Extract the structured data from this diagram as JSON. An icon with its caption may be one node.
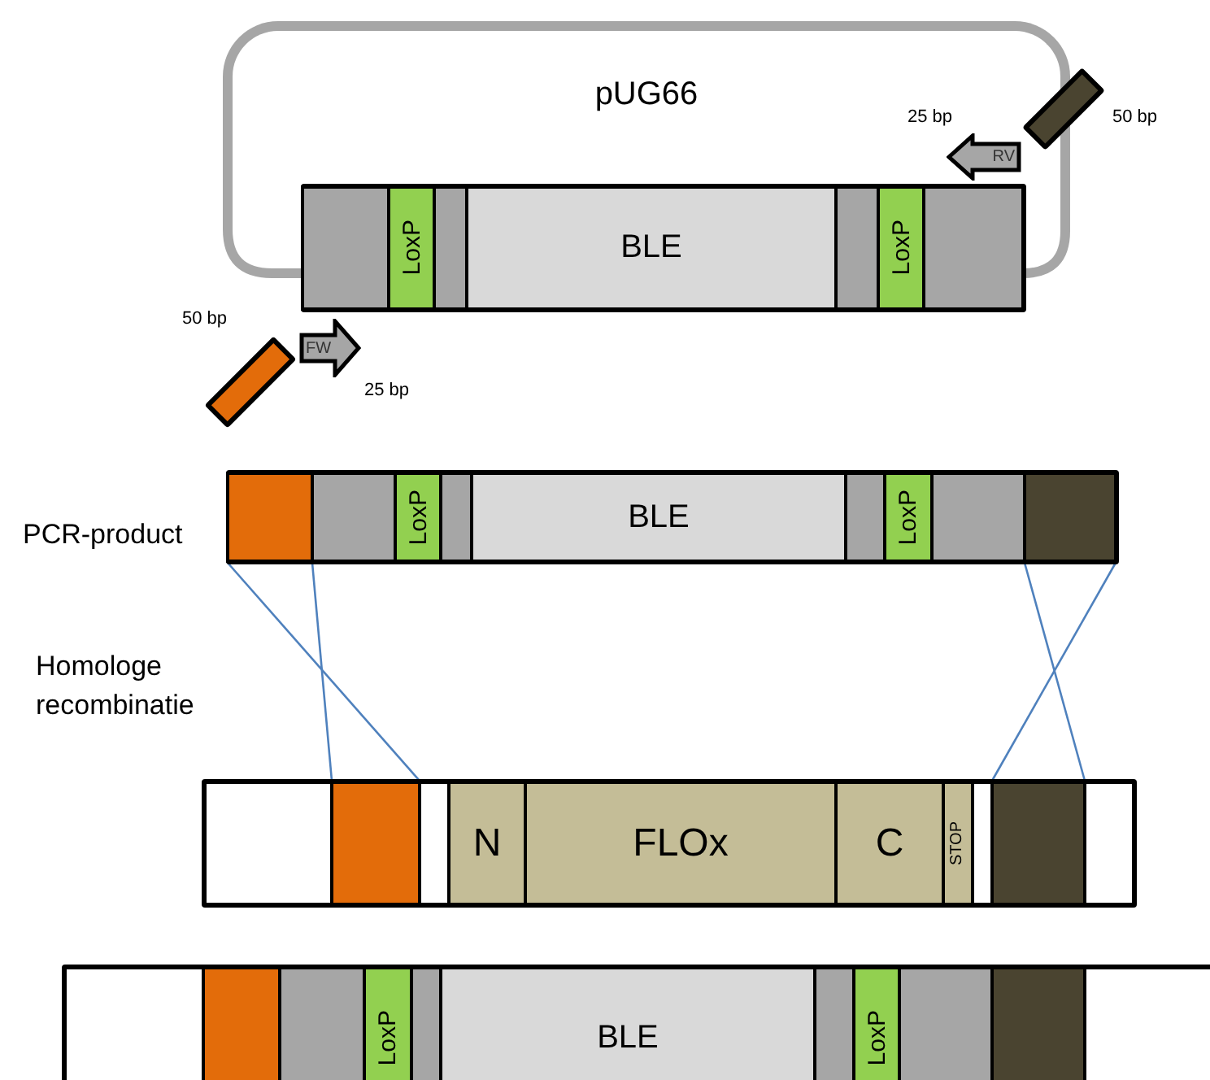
{
  "diagram": {
    "nodes": [
      {
        "text": [
          "pUG66"
        ]
      },
      {
        "text": [
          "RV"
        ],
        "beside": [
          "25 bp"
        ],
        "in": 0
      },
      {
        "text": [],
        "shape": "bar",
        "beside": [
          "50 bp"
        ]
      },
      {
        "text": [],
        "shape": "bar"
      },
      {
        "text": [],
        "shape": "box",
        "in": 3
      },
      {
        "text": [
          "LoxP"
        ],
        "in": 3
      },
      {
        "text": [],
        "shape": "box",
        "in": 3
      },
      {
        "text": [
          "BLE"
        ],
        "in": 3
      },
      {
        "text": [],
        "shape": "box",
        "in": 3
      },
      {
        "text": [
          "LoxP"
        ],
        "in": 3
      },
      {
        "text": [],
        "shape": "box",
        "in": 3
      },
      {
        "text": [],
        "shape": "bar",
        "beside": [
          "50 bp"
        ]
      },
      {
        "text": [
          "FW"
        ],
        "beside": [
          "25 bp"
        ]
      },
      {
        "text": [],
        "shape": "bar"
      },
      {
        "text": [],
        "shape": "box",
        "in": 13
      },
      {
        "text": [],
        "shape": "box",
        "in": 13
      },
      {
        "text": [
          "LoxP"
        ],
        "in": 13
      },
      {
        "text": [],
        "shape": "box",
        "in": 13
      },
      {
        "text": [
          "BLE"
        ],
        "in": 13
      },
      {
        "text": [],
        "shape": "box",
        "in": 13
      },
      {
        "text": [
          "LoxP"
        ],
        "in": 13
      },
      {
        "text": [],
        "shape": "box",
        "in": 13
      },
      {
        "text": [],
        "shape": "box",
        "in": 13
      },
      {
        "text": [],
        "shape": "bar"
      },
      {
        "text": [],
        "shape": "box",
        "in": 23
      },
      {
        "text": [
          "N"
        ],
        "in": 23
      },
      {
        "text": [
          "FLOx"
        ],
        "in": 23
      },
      {
        "text": [
          "C"
        ],
        "in": 23
      },
      {
        "text": [
          "STOP"
        ],
        "in": 23
      },
      {
        "text": [],
        "shape": "box",
        "in": 23
      },
      {
        "text": [],
        "shape": "bar"
      },
      {
        "text": [],
        "shape": "box",
        "in": 30
      },
      {
        "text": [],
        "shape": "box",
        "in": 30
      },
      {
        "text": [
          "LoxP"
        ],
        "in": 30
      },
      {
        "text": [],
        "shape": "box",
        "in": 30
      },
      {
        "text": [
          "BLE"
        ],
        "in": 30
      },
      {
        "text": [],
        "shape": "box",
        "in": 30
      },
      {
        "text": [
          "LoxP"
        ],
        "in": 30
      },
      {
        "text": [],
        "shape": "box",
        "in": 30
      },
      {
        "text": [],
        "shape": "box",
        "in": 30
      }
    ],
    "edges": [
      {
        "from": 14,
        "to": 24,
        "arrow": "none"
      },
      {
        "from": 14,
        "to": 24,
        "arrow": "none"
      },
      {
        "from": 22,
        "to": 29,
        "arrow": "none"
      },
      {
        "from": 22,
        "to": 29,
        "arrow": "none"
      }
    ],
    "labels": [
      "PCR-product",
      "Homologe recombinatie"
    ]
  }
}
